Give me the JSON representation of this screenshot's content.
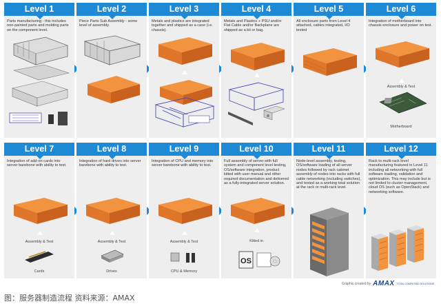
{
  "colors": {
    "header": "#1e8ad6",
    "card": "#eeeeee",
    "chassis": "#e8782a",
    "blueprint": "#4a4ab8"
  },
  "levels": [
    {
      "title": "Level 1",
      "desc": "Parts manufacturing - this includes non-painted parts and molding parts on the component level.",
      "caption": ""
    },
    {
      "title": "Level 2",
      "desc": "Piece Parts Sub Assembly - some level of assembly.",
      "caption": ""
    },
    {
      "title": "Level 3",
      "desc": "Metals and plastics are integrated together and shipped as a case (i.e. chassis).",
      "caption": ""
    },
    {
      "title": "Level 4",
      "desc": "Metals and Plastics + PSU and/or Flat Cable and/or Backplane are shipped as a kit or bag.",
      "caption": ""
    },
    {
      "title": "Level 5",
      "desc": "All enclosure parts from Level 4 attached, cables integrated, I/O tested",
      "caption": ""
    },
    {
      "title": "Level 6",
      "desc": "Integration of motherboard into chassis enclosure and power on test.",
      "caption": "Assembly & Test",
      "caption2": "Motherboard"
    },
    {
      "title": "Level 7",
      "desc": "Integration of add-on cards into server barebone with ability to test.",
      "caption": "Assembly & Test",
      "caption2": "Cards"
    },
    {
      "title": "Level 8",
      "desc": "Integration of hard drives into server barebone with ability to test.",
      "caption": "Assembly & Test",
      "caption2": "Drives"
    },
    {
      "title": "Level 9",
      "desc": "Integration of CPU and memory into server barebone with ability to test.",
      "caption": "Assembly & Test",
      "caption2": "CPU & Memory"
    },
    {
      "title": "Level 10",
      "desc": "Full assembly of server with full system and component level testing, OS/software integration, product kitted with user manual and other required documentation and delivered as a fully-integrated server solution.",
      "caption": "Kitted in"
    },
    {
      "title": "Level 11",
      "desc": "Node-level assembly, testing, OS/software loading of all server nodes followed by rack cabinet assembly of nodes into racks with full cable networking (including switches), and tested as a working total solution at the rack or multi-rack level.",
      "caption": ""
    },
    {
      "title": "Level 12",
      "desc": "Rack to multi-rack level manufacturing featured in Level 11 including all networking with full software loading, validation and optimization. This may include but is not limited to cluster management, cloud OS (such as OpenStack) and networking software.",
      "caption": ""
    }
  ],
  "credit": {
    "text": "Graphic created by",
    "logo": "AMAX",
    "logo_sub": "TOTAL COMPUTING SOLUTIONS"
  },
  "figure_caption": "图：服务器制造流程  资料来源：AMAX"
}
